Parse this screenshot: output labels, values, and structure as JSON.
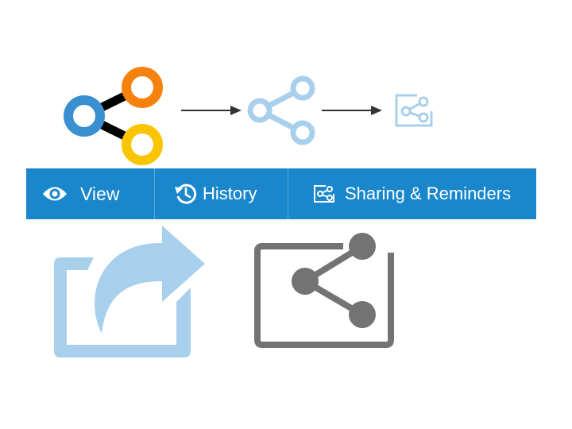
{
  "toolbar": {
    "tabs": [
      {
        "label": "View",
        "icon": "eye-icon"
      },
      {
        "label": "History",
        "icon": "history-icon"
      },
      {
        "label": "Sharing & Reminders",
        "icon": "share-box-icon"
      }
    ]
  },
  "colors": {
    "toolbar_bg": "#1a87cc",
    "toolbar_text": "#ffffff",
    "share_blue": "#3a8fd0",
    "share_orange": "#f5820d",
    "share_yellow": "#fbc400",
    "light_blue": "#a8d0ec",
    "gray": "#737373",
    "arrow": "#333333"
  },
  "icons": [
    "colorful-share-icon",
    "arrow-right-icon",
    "light-share-icon",
    "arrow-right-icon",
    "share-box-small-icon",
    "export-arrow-icon",
    "share-box-large-icon"
  ]
}
